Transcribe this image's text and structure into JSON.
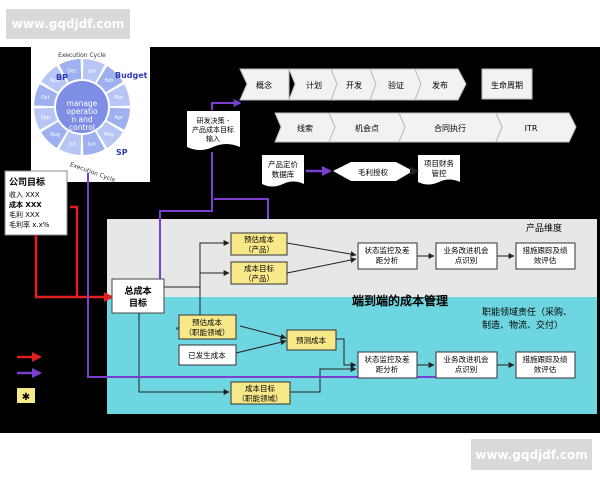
{
  "watermark_top": "www.gqdjdf.com",
  "watermark_bottom": "www.gqdjdf.com",
  "cycle": {
    "title": "Execution Cycle",
    "center": [
      "manage",
      "operatio",
      "n and",
      "control"
    ],
    "bp": "BP",
    "budget": "Budget",
    "sp": "SP",
    "bottom": "Execution Cycle",
    "months": [
      "Jan",
      "Feb",
      "Mar",
      "Apr",
      "May",
      "Jun",
      "Jul",
      "Aug",
      "Sep",
      "Oct",
      "Nov",
      "Dec"
    ]
  },
  "lifecycle": {
    "stages": [
      "概念",
      "计划",
      "开发",
      "验证",
      "发布"
    ],
    "label": "生命周期"
  },
  "flow": {
    "stages": [
      "线索",
      "机会点",
      "合同执行",
      "ITR"
    ]
  },
  "doc_rd": [
    "研发决策 -",
    "产品成本目标",
    "输入"
  ],
  "doc_price": [
    "产品定价",
    "数据库"
  ],
  "margin_auth": "毛利授权",
  "project_fin": [
    "项目财务",
    "管控"
  ],
  "company_goal": {
    "title": "公司目标",
    "lines": [
      "收入   XXX",
      "成本   XXX",
      "毛利   XXX",
      "毛利率  x.x%"
    ]
  },
  "product_dim": "产品维度",
  "e2e_title": "端到端的成本管理",
  "func_resp": [
    "职能领域责任（采购、",
    "制造、物流、交付）"
  ],
  "total_cost": [
    "总成本",
    "目标"
  ],
  "boxes": {
    "est_prod": [
      "预估成本",
      "（产品）"
    ],
    "target_prod": [
      "成本目标",
      "（产品）"
    ],
    "est_func": [
      "预估成本",
      "（职能领域）"
    ],
    "incurred": "已发生成本",
    "forecast": "预测成本",
    "target_func": [
      "成本目标",
      "（职能领域）"
    ],
    "monitor1": [
      "状态监控及差",
      "距分析"
    ],
    "improve1": [
      "业务改进机会",
      "点识别"
    ],
    "measures1": [
      "措施跟踪及绩",
      "效评估"
    ],
    "monitor2": [
      "状态监控及差",
      "距分析"
    ],
    "improve2": [
      "业务改进机会",
      "点识别"
    ],
    "measures2": [
      "措施跟踪及绩",
      "效评估"
    ]
  },
  "legend_star": "✱",
  "colors": {
    "red": "#e02020",
    "purple": "#7b3fd0",
    "product_band": "#e6e8e8",
    "func_band": "#6ed6e0",
    "yellow": "#f7e889"
  }
}
